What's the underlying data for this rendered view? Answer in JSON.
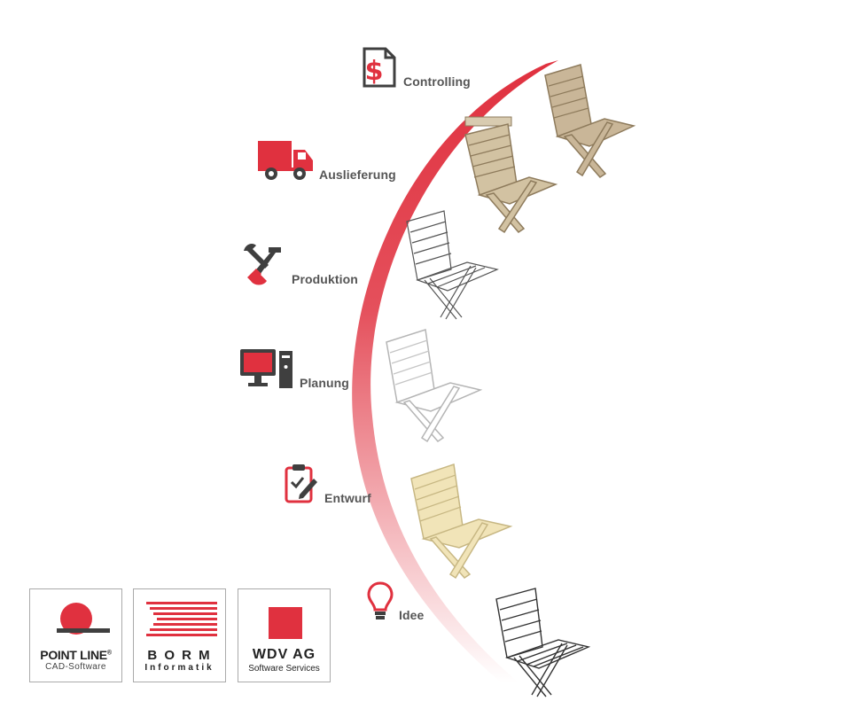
{
  "steps": [
    {
      "label": "Controlling",
      "icon": "dollar-document-icon"
    },
    {
      "label": "Auslieferung",
      "icon": "delivery-truck-icon"
    },
    {
      "label": "Produktion",
      "icon": "wrench-hammer-icon"
    },
    {
      "label": "Planung",
      "icon": "desktop-computer-icon"
    },
    {
      "label": "Entwurf",
      "icon": "clipboard-pencil-icon"
    },
    {
      "label": "Idee",
      "icon": "lightbulb-icon"
    }
  ],
  "logos": {
    "pointline": {
      "name": "POINT LINE",
      "reg": "®",
      "sub": "CAD-Software"
    },
    "borm": {
      "name": "B O R M",
      "sub": "Informatik"
    },
    "wdv": {
      "name": "WDV AG",
      "sub": "Software Services"
    }
  },
  "colors": {
    "accent": "#e0313f",
    "dark": "#3f3f3f",
    "wood": "#c9b698",
    "light_wood": "#f1e4b8"
  }
}
